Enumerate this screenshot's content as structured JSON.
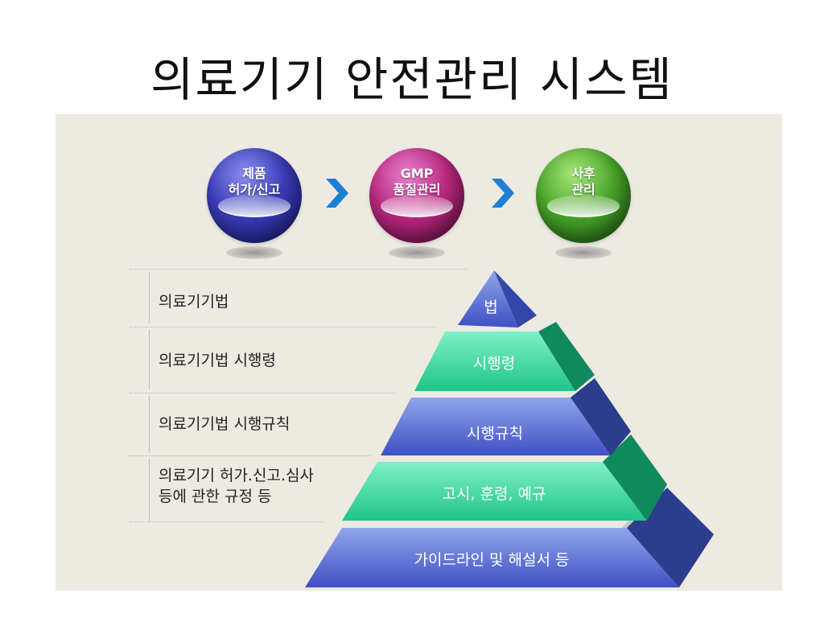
{
  "title": "의료기기 안전관리 시스템",
  "process": [
    {
      "line1": "제품",
      "line2": "허가/신고",
      "color": "#3a3cb8"
    },
    {
      "line1": "GMP",
      "line2": "품질관리",
      "color": "#b8287e"
    },
    {
      "line1": "사후",
      "line2": "관리",
      "color": "#4aa42a"
    }
  ],
  "levels": [
    {
      "label_lines": [
        "의료기기법"
      ],
      "tier": "법"
    },
    {
      "label_lines": [
        "의료기기법 시행령"
      ],
      "tier": "시행령"
    },
    {
      "label_lines": [
        "의료기기법 시행규칙"
      ],
      "tier": "시행규칙"
    },
    {
      "label_lines": [
        "의료기기 허가.신고.심사",
        "등에 관한 규정 등"
      ],
      "tier": "고시, 훈령, 예규"
    },
    {
      "label_lines": [],
      "tier": "가이드라인 및 해설서 등"
    }
  ],
  "colors": {
    "blue_tier": "#4a5fcf",
    "green_tier": "#2fcf96",
    "panel_bg": "#edeae2"
  }
}
